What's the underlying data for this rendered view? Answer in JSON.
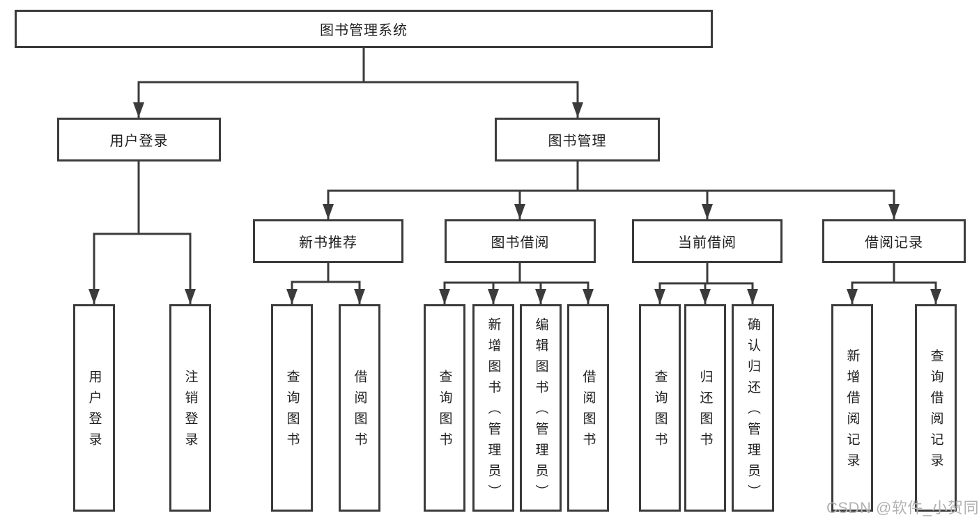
{
  "tree": {
    "root": "图书管理系统",
    "branches": [
      {
        "label": "用户登录",
        "children": [
          "用户登录",
          "注销登录"
        ]
      },
      {
        "label": "图书管理",
        "children": [
          {
            "label": "新书推荐",
            "children": [
              "查询图书",
              "借阅图书"
            ]
          },
          {
            "label": "图书借阅",
            "children": [
              "查询图书",
              "新增图书（管理员）",
              "编辑图书（管理员）",
              "借阅图书"
            ]
          },
          {
            "label": "当前借阅",
            "children": [
              "查询图书",
              "归还图书",
              "确认归还（管理员）"
            ]
          },
          {
            "label": "借阅记录",
            "children": [
              "新增借阅记录",
              "查询借阅记录"
            ]
          }
        ]
      }
    ]
  },
  "watermark": {
    "text": "CSDN @软件_小贺同学",
    "color": "#b3b3b3"
  },
  "colors": {
    "line": "#3b3b3b",
    "text": "#1f1f1f",
    "background": "#ffffff"
  }
}
